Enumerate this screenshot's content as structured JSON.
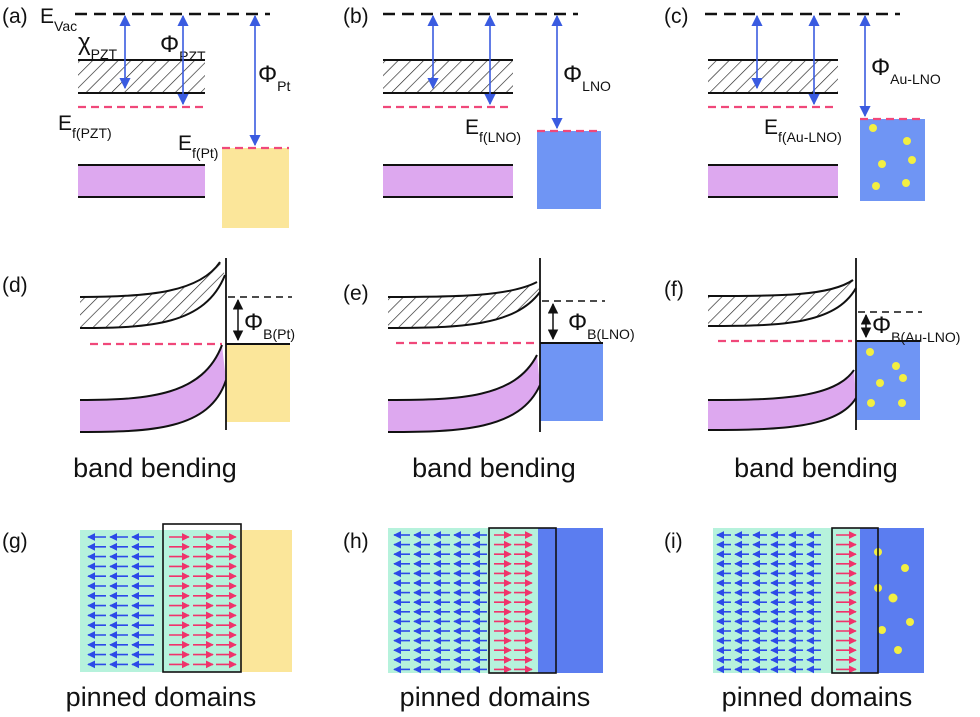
{
  "panels": {
    "a": {
      "label": "(a)",
      "e_vac": "E",
      "e_vac_sub": "Vac",
      "chi": "χ",
      "chi_sub": "PZT",
      "phi_pzt": "Φ",
      "phi_pzt_sub": "PZT",
      "phi_metal": "Φ",
      "phi_metal_sub": "Pt",
      "ef_pzt": "E",
      "ef_pzt_sub": "f(PZT)",
      "ef_metal": "E",
      "ef_metal_sub": "f(Pt)"
    },
    "b": {
      "label": "(b)",
      "phi_metal": "Φ",
      "phi_metal_sub": "LNO",
      "ef_metal": "E",
      "ef_metal_sub": "f(LNO)"
    },
    "c": {
      "label": "(c)",
      "phi_metal": "Φ",
      "phi_metal_sub": "Au-LNO",
      "ef_metal": "E",
      "ef_metal_sub": "f(Au-LNO)"
    },
    "d": {
      "label": "(d)",
      "phi_b": "Φ",
      "phi_b_sub": "B(Pt)"
    },
    "e": {
      "label": "(e)",
      "phi_b": "Φ",
      "phi_b_sub": "B(LNO)"
    },
    "f": {
      "label": "(f)",
      "phi_b": "Φ",
      "phi_b_sub": "B(Au-LNO)"
    },
    "g": {
      "label": "(g)"
    },
    "h": {
      "label": "(h)"
    },
    "i": {
      "label": "(i)"
    }
  },
  "captions": {
    "band_bending": "band bending",
    "pinned_domains": "pinned domains"
  },
  "colors": {
    "pt": "#fbe69a",
    "lno": "#6f95f4",
    "lno_domain": "#5b7df0",
    "valence_band": "#dda8ef",
    "pzt_domain_bg": "#b6f2dc",
    "fermi_dash": "#f0487a",
    "arrow_blue": "#3a5be0",
    "arrow_red": "#f0336b",
    "au_dot": "#f2ef42"
  }
}
